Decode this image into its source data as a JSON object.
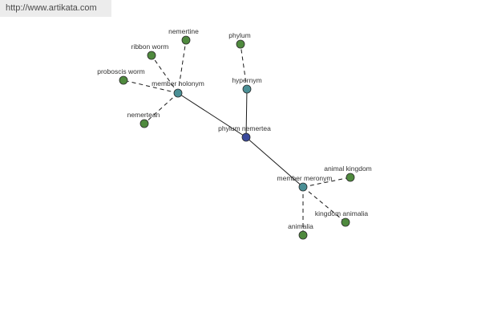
{
  "banner": {
    "url": "http://www.artikata.com"
  },
  "graph": {
    "center": {
      "id": "phylum-nemertea",
      "label": "phylum nemertea",
      "color": "#3b4a9c"
    },
    "relations": [
      {
        "id": "member-holonym",
        "label": "member holonym",
        "color": "#4a8f95"
      },
      {
        "id": "hypernym",
        "label": "hypernym",
        "color": "#4a8f95"
      },
      {
        "id": "member-meronym",
        "label": "member meronym",
        "color": "#4a8f95"
      }
    ],
    "leaves": [
      {
        "id": "nemertine",
        "label": "nemertine",
        "relation": "member-holonym",
        "color": "#4f8a3e"
      },
      {
        "id": "ribbon-worm",
        "label": "ribbon worm",
        "relation": "member-holonym",
        "color": "#4f8a3e"
      },
      {
        "id": "proboscis-worm",
        "label": "proboscis worm",
        "relation": "member-holonym",
        "color": "#4f8a3e"
      },
      {
        "id": "nemertean",
        "label": "nemertean",
        "relation": "member-holonym",
        "color": "#4f8a3e"
      },
      {
        "id": "phylum",
        "label": "phylum",
        "relation": "hypernym",
        "color": "#4f8a3e"
      },
      {
        "id": "animal-kingdom",
        "label": "animal kingdom",
        "relation": "member-meronym",
        "color": "#4f8a3e"
      },
      {
        "id": "kingdom-animalia",
        "label": "kingdom animalia",
        "relation": "member-meronym",
        "color": "#4f8a3e"
      },
      {
        "id": "animalia",
        "label": "animalia",
        "relation": "member-meronym",
        "color": "#4f8a3e"
      }
    ]
  }
}
